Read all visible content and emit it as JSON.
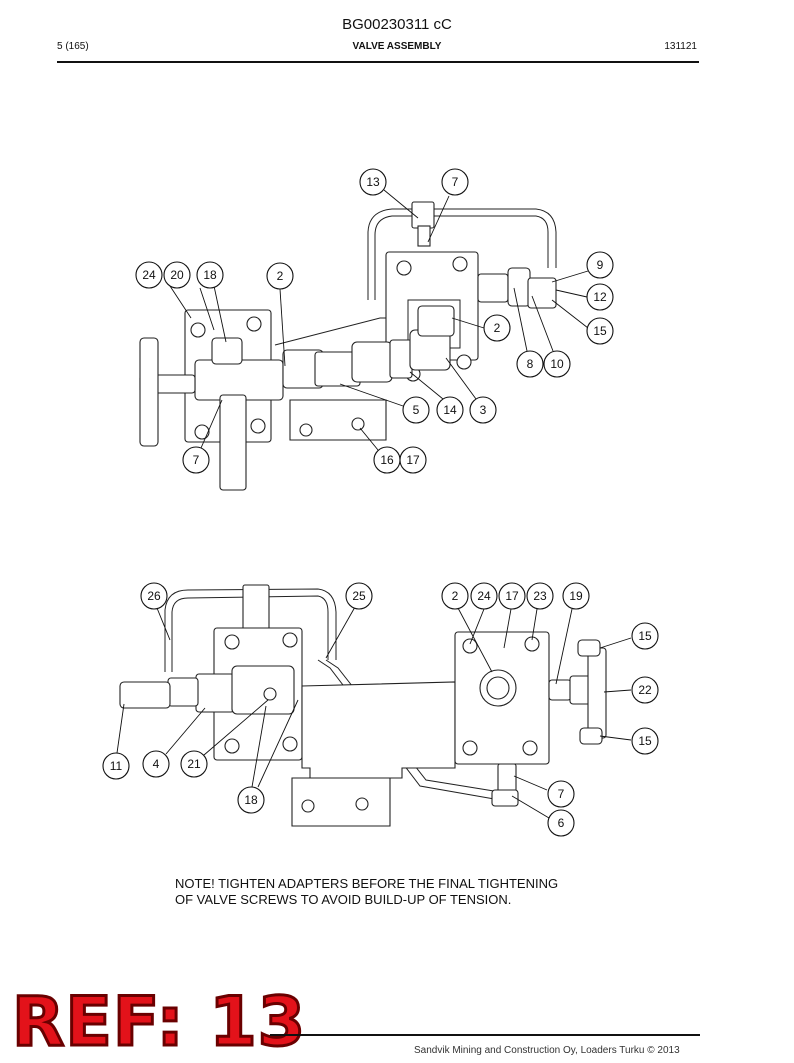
{
  "header": {
    "doc_id": "BG00230311 cC",
    "page": "5 (165)",
    "section_title": "VALVE ASSEMBLY",
    "date": "131121"
  },
  "diagram_top": {
    "callouts": [
      "13",
      "7",
      "24",
      "20",
      "18",
      "2",
      "9",
      "12",
      "15",
      "2",
      "8",
      "10",
      "5",
      "14",
      "3",
      "7",
      "16",
      "17"
    ]
  },
  "diagram_bottom": {
    "callouts": [
      "26",
      "25",
      "2",
      "24",
      "17",
      "23",
      "19",
      "15",
      "22",
      "15",
      "11",
      "4",
      "21",
      "18",
      "7",
      "6"
    ]
  },
  "note": {
    "line1": "NOTE! TIGHTEN ADAPTERS BEFORE THE FINAL TIGHTENING",
    "line2": "OF VALVE SCREWS TO AVOID BUILD-UP OF TENSION."
  },
  "ref_stamp": "REF: 13",
  "footer": "Sandvik Mining and Construction Oy, Loaders Turku © 2013"
}
